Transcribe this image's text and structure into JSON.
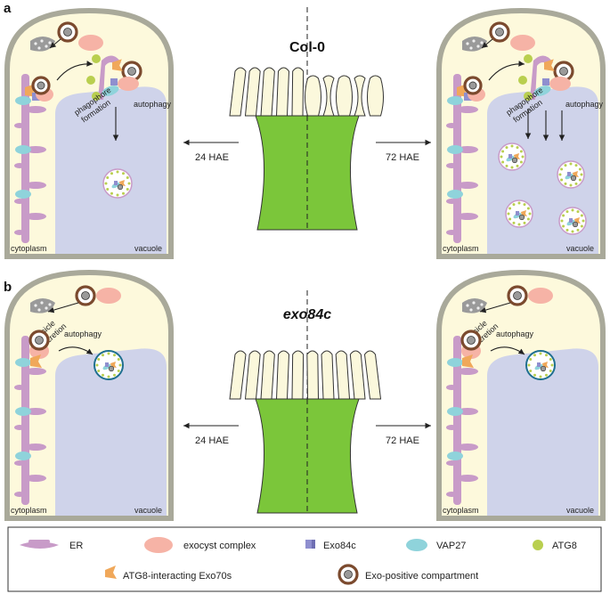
{
  "panels": [
    {
      "letter": "a",
      "genotype": "Col-0",
      "left_time": "24 HAE",
      "right_time": "72 HAE",
      "left_cell": {
        "formation_lines": [
          "phagophore",
          "formation"
        ],
        "autophagy": "autophagy",
        "cytoplasm": "cytoplasm",
        "vacuole": "vacuole"
      },
      "right_cell": {
        "formation_lines": [
          "phagophore",
          "formation"
        ],
        "autophagy": "autophagy",
        "cytoplasm": "cytoplasm",
        "vacuole": "vacuole"
      }
    },
    {
      "letter": "b",
      "genotype": "exo84c",
      "left_time": "24 HAE",
      "right_time": "72 HAE",
      "left_cell": {
        "secretion_lines": [
          "vesicle",
          "secretion"
        ],
        "autophagy": "autophagy",
        "cytoplasm": "cytoplasm",
        "vacuole": "vacuole"
      },
      "right_cell": {
        "secretion_lines": [
          "vesicle",
          "secretion"
        ],
        "autophagy": "autophagy",
        "cytoplasm": "cytoplasm",
        "vacuole": "vacuole"
      }
    }
  ],
  "legend": {
    "er": "ER",
    "exocyst": "exocyst complex",
    "exo84c": "Exo84c",
    "vap27": "VAP27",
    "atg8": "ATG8",
    "exo70": "ATG8-interacting Exo70s",
    "exo_compartment": "Exo-positive compartment"
  },
  "colors": {
    "cell_wall": "#a9a99a",
    "cytoplasm": "#fdf9dc",
    "vacuole": "#cfd3ea",
    "er": "#c89bc8",
    "exocyst": "#f6b3a6",
    "exo84c": "#8f8fcf",
    "vap27": "#8fd3db",
    "atg8": "#b9cf4f",
    "exo70": "#f0a85a",
    "compartment_ring": "#7b4a2e",
    "autophagosome_ring_b": "#1f6f8f",
    "papilla": "#7bc63a",
    "petal": "#fbf8dc"
  }
}
